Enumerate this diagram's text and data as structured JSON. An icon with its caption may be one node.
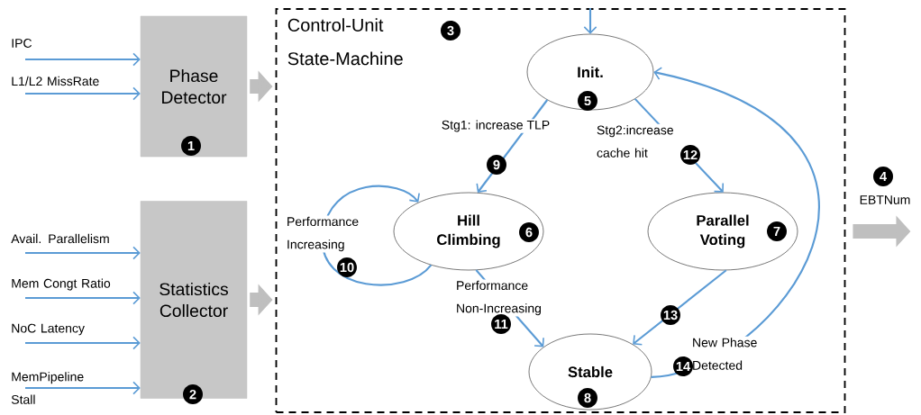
{
  "diagram": {
    "nodes": [
      {
        "text": [
          "Phase Detector",
          "1"
        ]
      },
      {
        "text": [
          "Statistics Collector",
          "2"
        ]
      },
      {
        "text": [
          "Control-Unit State-Machine",
          "3"
        ]
      },
      {
        "text": [
          "Init.",
          "5"
        ],
        "in": 2
      },
      {
        "text": [
          "Hill Climbing",
          "6"
        ],
        "in": 2
      },
      {
        "text": [
          "Parallel Voting",
          "7"
        ],
        "in": 2
      },
      {
        "text": [
          "Stable",
          "8"
        ],
        "in": 2
      },
      {
        "text": [
          "IPC"
        ]
      },
      {
        "text": [
          "L1/L2 MissRate"
        ]
      },
      {
        "text": [
          "Avail. Parallelism"
        ]
      },
      {
        "text": [
          "Mem Congt Ratio"
        ]
      },
      {
        "text": [
          "NoC Latency"
        ]
      },
      {
        "text": [
          "MemPipeline Stall"
        ]
      }
    ],
    "edges": [
      {
        "from": 7,
        "to": 0,
        "arrow": "to"
      },
      {
        "from": 8,
        "to": 0,
        "arrow": "to"
      },
      {
        "from": 9,
        "to": 1,
        "arrow": "to"
      },
      {
        "from": 10,
        "to": 1,
        "arrow": "to"
      },
      {
        "from": 11,
        "to": 1,
        "arrow": "to"
      },
      {
        "from": 12,
        "to": 1,
        "arrow": "to"
      },
      {
        "from": 0,
        "to": 2,
        "arrow": "to",
        "style": "thick",
        "color": "#bfbfbf"
      },
      {
        "from": 1,
        "to": 2,
        "arrow": "to",
        "style": "thick",
        "color": "#bfbfbf"
      },
      {
        "from": 2,
        "to": null,
        "arrow": "to",
        "label": "EBTNum",
        "style": "thick",
        "color": "#bfbfbf"
      },
      {
        "from": 2,
        "to": 3,
        "arrow": "to"
      },
      {
        "from": 3,
        "to": 4,
        "arrow": "to",
        "label": "Stg1: increase TLP"
      },
      {
        "from": 3,
        "to": 5,
        "arrow": "to",
        "label": "Stg2:increase cache hit"
      },
      {
        "from": 4,
        "to": 4,
        "arrow": "to",
        "label": "Performance Increasing"
      },
      {
        "from": 4,
        "to": 6,
        "arrow": "to",
        "label": "Performance Non-Increasing"
      },
      {
        "from": 5,
        "to": 6,
        "arrow": "to"
      },
      {
        "from": 6,
        "to": 3,
        "arrow": "to",
        "label": "New Phase Detected"
      }
    ],
    "labels": [
      "4",
      "9",
      "10",
      "11",
      "12",
      "13",
      "14"
    ]
  }
}
